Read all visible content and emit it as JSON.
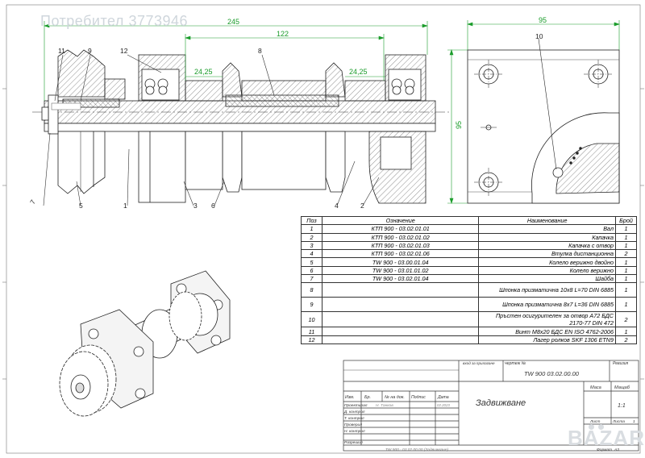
{
  "watermark": "Потребител 3773946",
  "brand": "BAZAR",
  "dimensions": {
    "overall_length": "245",
    "inner_length": "122",
    "left_span": "24,25",
    "right_span": "24,25",
    "side_width": "95",
    "side_height": "95"
  },
  "callouts": {
    "c1": "1",
    "c2": "2",
    "c3": "3",
    "c4": "4",
    "c5": "5",
    "c6": "6",
    "c7": "7",
    "c8": "8",
    "c9": "9",
    "c10": "10",
    "c11": "11",
    "c12": "12"
  },
  "bom": {
    "headers": {
      "pos": "Поз",
      "designation": "Означение",
      "name": "Наименование",
      "qty": "Брой"
    },
    "rows": [
      {
        "pos": "1",
        "designation": "КТП 900 - 03.02.01.01",
        "name": "Вал",
        "qty": "1"
      },
      {
        "pos": "2",
        "designation": "КТП 900 - 03.02.01.02",
        "name": "Капачка",
        "qty": "1"
      },
      {
        "pos": "3",
        "designation": "КТП 900 - 03.02.01.03",
        "name": "Капачка с отвор",
        "qty": "1"
      },
      {
        "pos": "4",
        "designation": "КТП 900 - 03.02.01.06",
        "name": "Втулка дистанционна",
        "qty": "2"
      },
      {
        "pos": "5",
        "designation": "TW 900 - 03.00.01.04",
        "name": "Колело верижно двойно",
        "qty": "1"
      },
      {
        "pos": "6",
        "designation": "TW 900 - 03.01.01.02",
        "name": "Колело верижно",
        "qty": "1"
      },
      {
        "pos": "7",
        "designation": "TW 900 - 03.02.01.04",
        "name": "Шайба",
        "qty": "1"
      },
      {
        "pos": "8",
        "designation": "",
        "name": "Шпонка призматична 10х8  L=70 DIN 6885",
        "qty": "1"
      },
      {
        "pos": "9",
        "designation": "",
        "name": "Шпонка призматична 8х7  L=36 DIN 6885",
        "qty": "1"
      },
      {
        "pos": "10",
        "designation": "",
        "name": "Пръстен осигурителен за отвор А72 БДС 2170-77 DIN 472",
        "qty": "2"
      },
      {
        "pos": "11",
        "designation": "",
        "name": "Винт М8х20 БДС EN ISO 4762-2006",
        "qty": "1"
      },
      {
        "pos": "12",
        "designation": "",
        "name": "Лагер ролков SKF 1306 ETN9",
        "qty": "2"
      }
    ]
  },
  "title_block": {
    "ref_label": "вход за прилагане",
    "drawing_no_label": "чертеж №",
    "drawing_no": "TW 900  03.02.00.00",
    "revision_label": "Ревизия",
    "mass_label": "Маса",
    "scale_label": "Мащаб",
    "scale": "1:1",
    "title": "Задвижване",
    "col_change": "Изм.",
    "col_sheet": "Бр.",
    "col_doc": "№ на док.",
    "col_sign": "Подпис",
    "col_date": "Дата",
    "designed_label": "Проектирал",
    "designed_by": "Н. Танков",
    "date": "02.2023",
    "checked_label": "Д. контрол",
    "tech_label": "Т. контрол",
    "verified_label": "Проверил",
    "norm_label": "Н. контрол",
    "approved_label": "Разрешил",
    "sheet_label": "Лист",
    "sheets_label": "Листа",
    "sheets": "1",
    "footer": "TW  900  -  03.02.00.00  (Задвижване)",
    "format_label": "Формат",
    "format": "А3"
  }
}
